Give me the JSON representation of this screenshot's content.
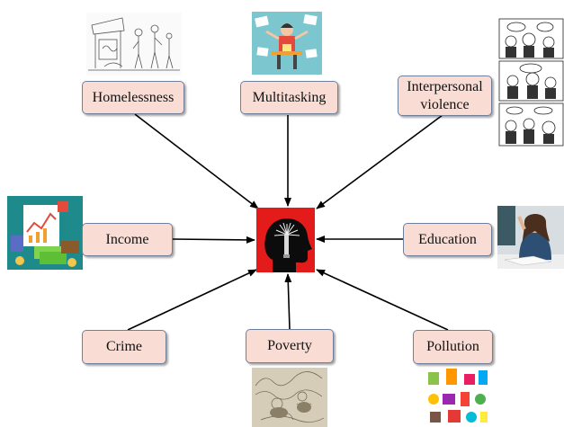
{
  "nodes": {
    "homelessness": "Homelessness",
    "multitasking": "Multitasking",
    "interpersonal_violence": "Interpersonal\nviolence",
    "income": "Income",
    "education": "Education",
    "crime": "Crime",
    "poverty": "Poverty",
    "pollution": "Pollution"
  },
  "colors": {
    "node_fill": "#f9ddd5",
    "node_border": "#6f7f9a",
    "arrow": "#000000",
    "center_bg": "#e41b1b"
  },
  "icons": {
    "center": "head-silhouette-icon",
    "homelessness": "homelessness-sketch-illustration",
    "multitasking": "multitasking-person-illustration",
    "interpersonal_violence": "comic-strip-illustration",
    "income": "money-finance-illustration",
    "education": "stressed-student-photo",
    "poverty": "engraving-illustration",
    "pollution": "colorful-waste-illustration"
  }
}
